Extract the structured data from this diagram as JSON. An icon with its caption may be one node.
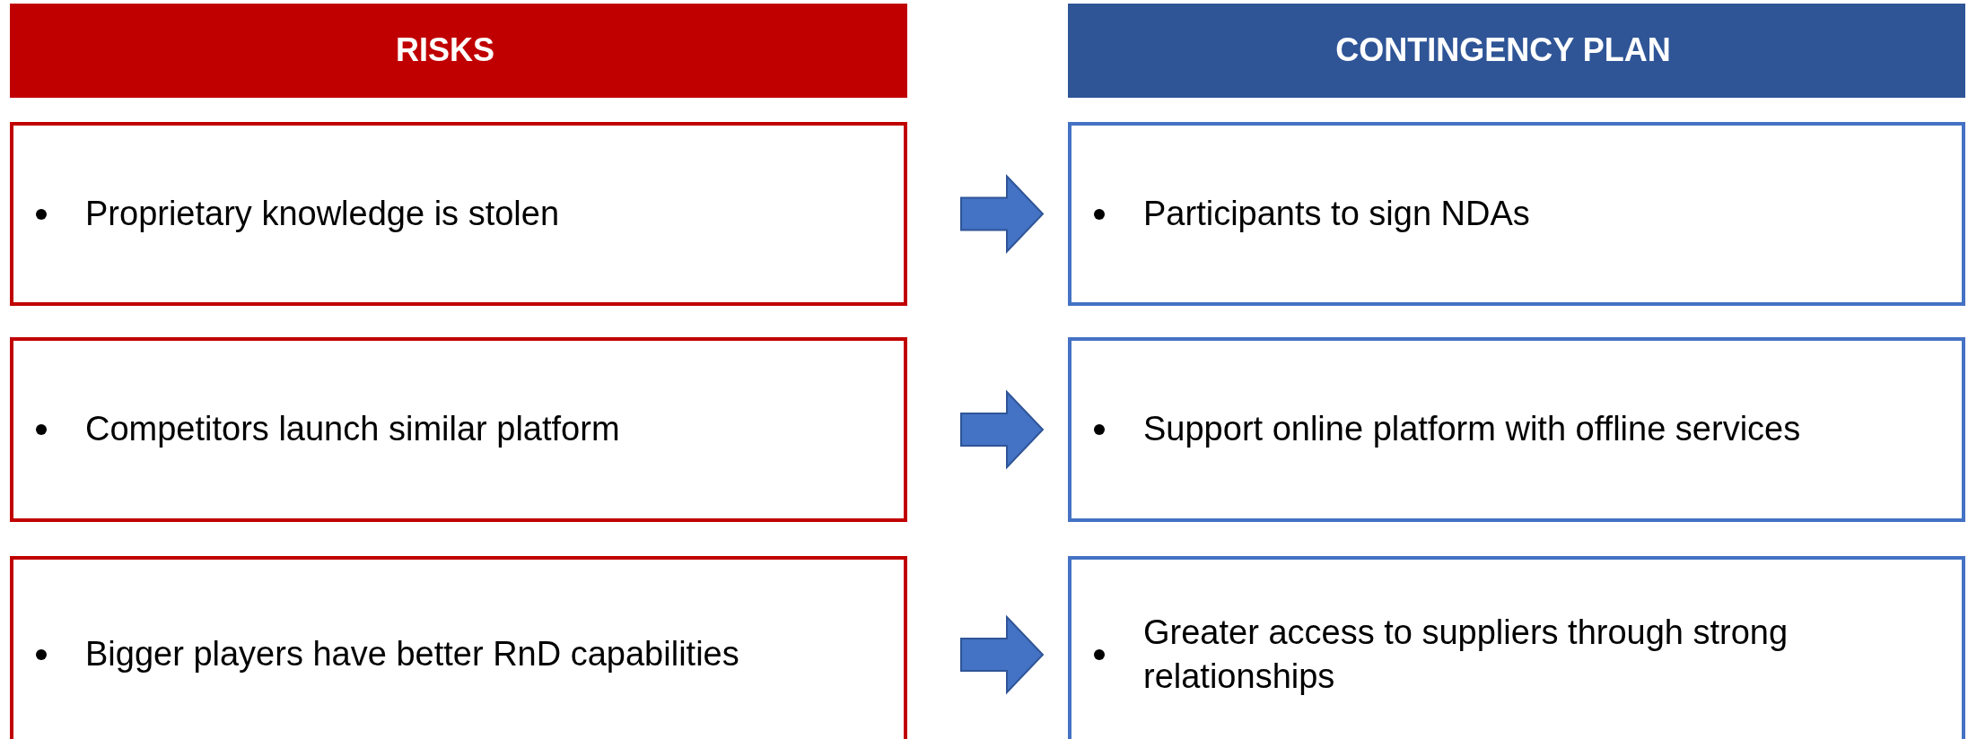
{
  "diagram": {
    "nodes": [
      {
        "text": [
          "RISKS"
        ]
      },
      {
        "text": [
          "CONTINGENCY PLAN"
        ]
      },
      {
        "text": [
          "Proprietary knowledge is stolen"
        ]
      },
      {
        "text": [
          "Competitors launch similar platform"
        ]
      },
      {
        "text": [
          "Bigger players have better RnD capabilities"
        ]
      },
      {
        "text": [
          "Participants to sign NDAs"
        ]
      },
      {
        "text": [
          "Support online platform with offline services"
        ]
      },
      {
        "text": [
          "Greater access to suppliers through strong relationships"
        ]
      }
    ],
    "edges": [
      {
        "from": 2,
        "to": 5,
        "arrow": "to"
      },
      {
        "from": 3,
        "to": 6,
        "arrow": "to"
      },
      {
        "from": 4,
        "to": 7,
        "arrow": "to"
      }
    ]
  }
}
